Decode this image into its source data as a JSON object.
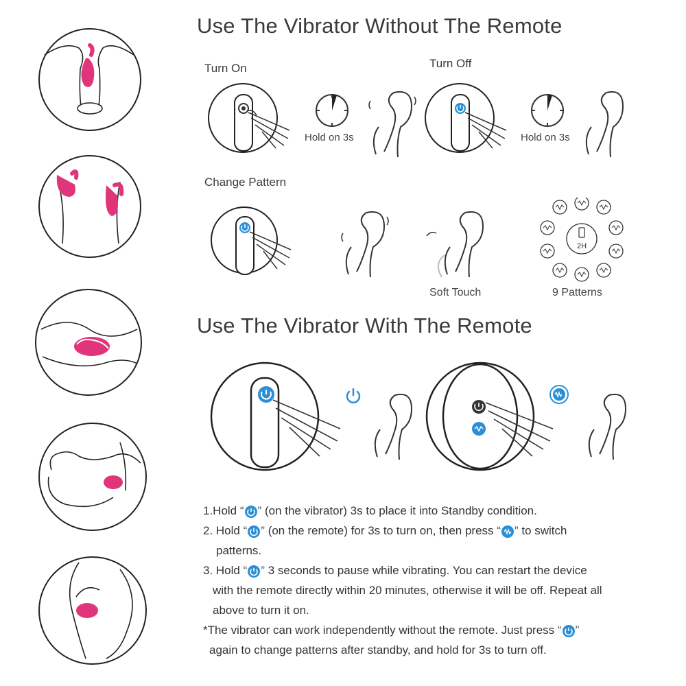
{
  "colors": {
    "accent_blue": "#2a8fd4",
    "pink": "#e0357a",
    "line": "#333333"
  },
  "section1": {
    "title": "Use The Vibrator Without The Remote",
    "turn_on": "Turn On",
    "turn_off": "Turn Off",
    "hold_on_1": "Hold on 3s",
    "hold_on_2": "Hold on 3s",
    "change_pattern": "Change Pattern",
    "soft_touch": "Soft Touch",
    "nine_patterns": "9 Patterns",
    "timer_label": "2H"
  },
  "section2": {
    "title": "Use The Vibrator With The Remote"
  },
  "instructions": {
    "line1_a": "1.Hold",
    "line1_b": "(on the vibrator) 3s to place it into Standby condition.",
    "line2_a": "2. Hold",
    "line2_b": "(on the remote) for 3s to turn on, then press",
    "line2_c": "to switch",
    "line2_d": "patterns.",
    "line3_a": "3. Hold",
    "line3_b": "3 seconds to pause while vibrating. You can restart the device",
    "line3_c": "with the remote directly within 20 minutes, otherwise it will be off. Repeat all",
    "line3_d": "above to turn it on.",
    "note_a": "*The vibrator can work independently without the remote. Just press",
    "note_b": "again to change patterns after standby, and hold for 3s to turn off."
  },
  "icons": {
    "power": "power-icon",
    "wave": "wave-pattern-icon",
    "finger": "finger-press-icon",
    "timer": "timer-dial-icon",
    "device": "vibrator-device-icon",
    "usage": "usage-position-illustration"
  }
}
